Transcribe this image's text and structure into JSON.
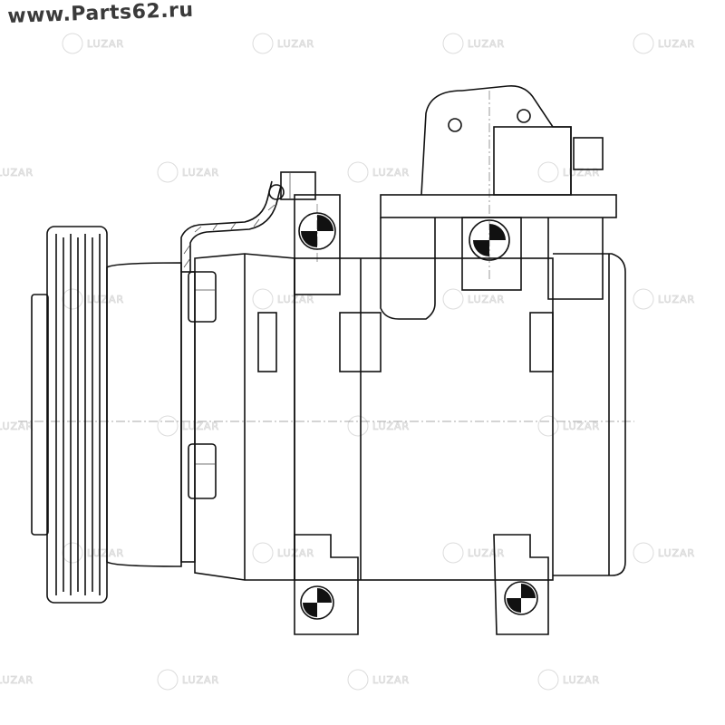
{
  "site_label": "www.Parts62.ru",
  "watermark": "LUZAR",
  "drawing": {
    "subject": "ac-compressor",
    "line_color": "#111111",
    "watermark_color": "#d8d8d8"
  }
}
